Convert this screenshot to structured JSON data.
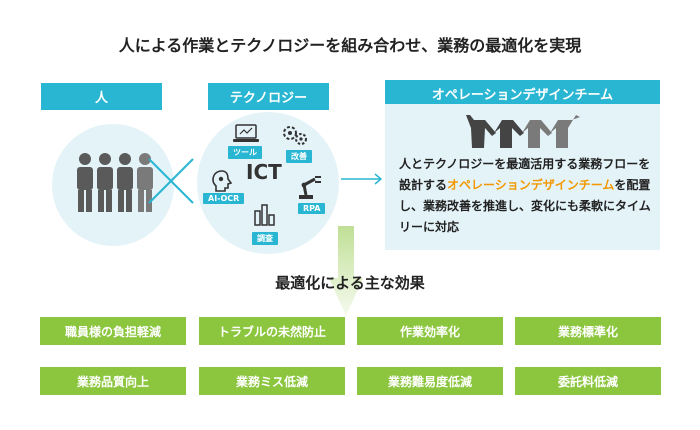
{
  "title": "人による作業とテクノロジーを組み合わせ、業務の最適化を実現",
  "people": {
    "label": "人"
  },
  "technology": {
    "label": "テクノロジー",
    "center": "ICT",
    "tools": [
      "ツール",
      "改善",
      "AI-OCR",
      "RPA",
      "調査"
    ]
  },
  "operations": {
    "label": "オペレーションデザインチーム",
    "text_before": "人とテクノロジーを最適活用する業務フローを設計する",
    "text_highlight": "オペレーションデザインチーム",
    "text_after": "を配置し、業務改善を推進し、変化にも柔軟にタイムリーに対応"
  },
  "effects": {
    "title": "最適化による主な効果",
    "items": [
      "職員様の負担軽減",
      "トラブルの未然防止",
      "作業効率化",
      "業務標準化",
      "業務品質向上",
      "業務ミス低減",
      "業務難易度低減",
      "委託料低減"
    ]
  },
  "colors": {
    "cyan": "#29b6d2",
    "green": "#8cc63f",
    "highlight": "#f39800",
    "pale": "#e4f3f8"
  }
}
